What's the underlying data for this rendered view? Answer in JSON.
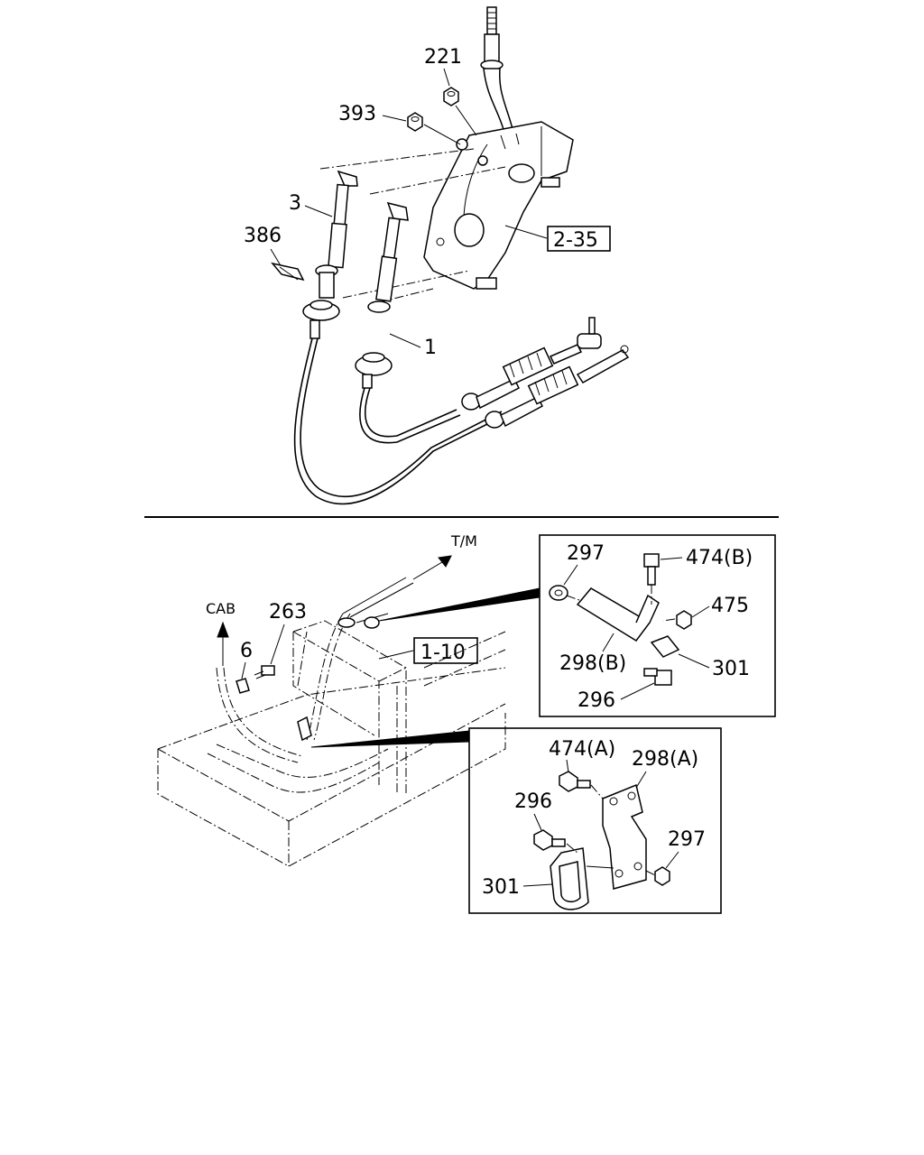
{
  "diagram": {
    "top_labels": {
      "p221": "221",
      "p393": "393",
      "p3": "3",
      "p386": "386",
      "p1": "1",
      "ref_2_35": "2-35"
    },
    "bottom_labels": {
      "tm": "T/M",
      "cab": "CAB",
      "p263": "263",
      "p6": "6",
      "ref_1_10": "1-10"
    },
    "detail_b": {
      "p297": "297",
      "p474b": "474(B)",
      "p475": "475",
      "p298b": "298(B)",
      "p301": "301",
      "p296": "296"
    },
    "detail_a": {
      "p474a": "474(A)",
      "p298a": "298(A)",
      "p296": "296",
      "p297": "297",
      "p301": "301"
    }
  }
}
